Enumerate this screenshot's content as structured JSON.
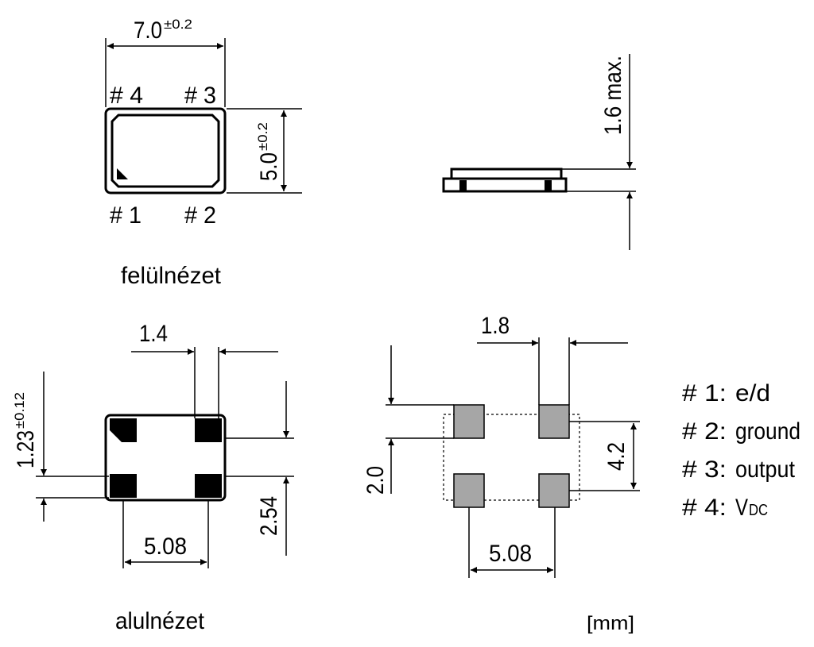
{
  "top_view": {
    "width_label": "7.0",
    "width_tol": "±0.2",
    "height_label": "5.0",
    "height_tol": "±0.2",
    "pins": [
      "# 1",
      "# 2",
      "# 3",
      "# 4"
    ],
    "caption": "felülnézet"
  },
  "side_view": {
    "height_label": "1.6 max."
  },
  "bottom_view": {
    "pad_width": "1.4",
    "pad_offset": "1.23",
    "pad_offset_tol": "±0.12",
    "pitch_v": "2.54",
    "pitch_h": "5.08",
    "caption": "alulnézet"
  },
  "footprint": {
    "pad_width": "1.8",
    "pad_height": "2.0",
    "pitch_v": "4.2",
    "pitch_h": "5.08",
    "pad_color": "#a6a6a6"
  },
  "legend": [
    {
      "pin": "# 1:",
      "name": "e/d"
    },
    {
      "pin": "# 2:",
      "name": "ground"
    },
    {
      "pin": "# 3:",
      "name": "output"
    },
    {
      "pin": "# 4:",
      "name": "V",
      "sub": "DC"
    }
  ],
  "units": "[mm]"
}
